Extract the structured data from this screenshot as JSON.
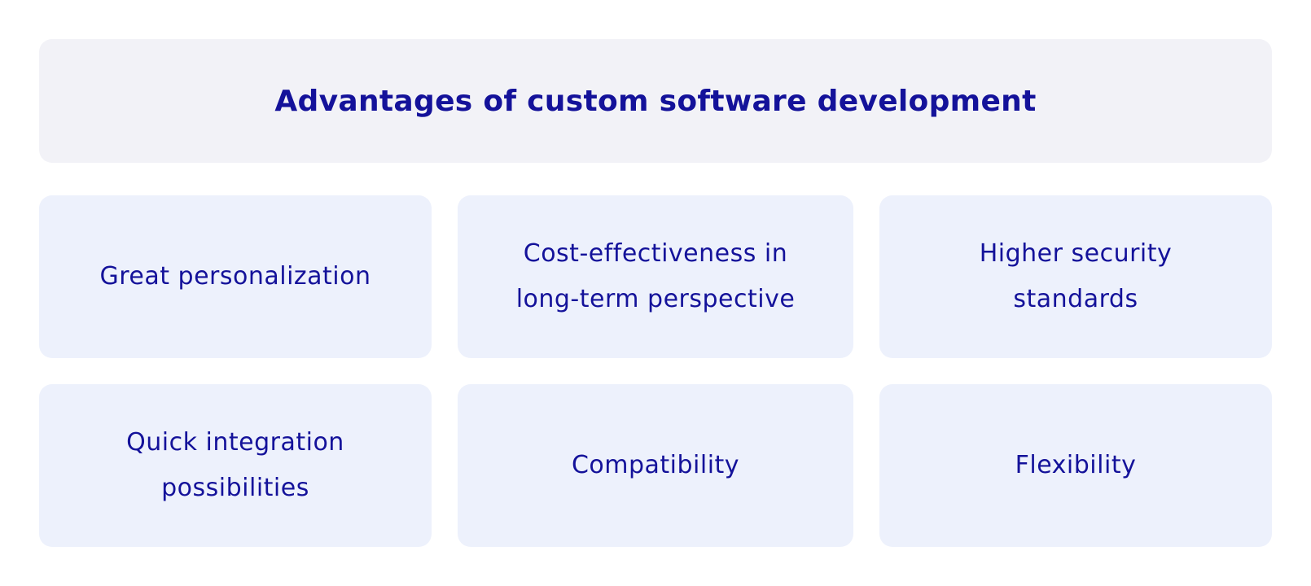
{
  "title": "Advantages of custom software development",
  "advantages": [
    "Great personalization",
    "Cost-effectiveness in long-term perspective",
    "Higher security standards",
    "Quick integration possibilities",
    "Compatibility",
    "Flexibility"
  ],
  "colors": {
    "text": "#14129a",
    "header_bg": "#f2f2f7",
    "card_bg": "#edf1fc"
  }
}
